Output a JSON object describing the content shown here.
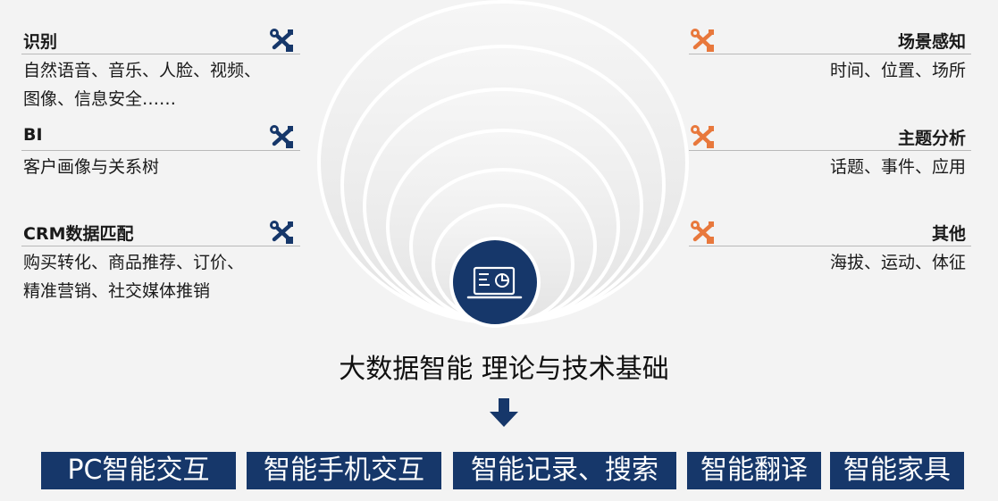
{
  "left_panels": [
    {
      "title": "识别",
      "lines": [
        "自然语音、音乐、人脸、视频、",
        "图像、信息安全……"
      ],
      "icon": "tool-icon",
      "icon_color": "#16376a"
    },
    {
      "title": "BI",
      "lines": [
        "客户画像与关系树"
      ],
      "icon": "tool-icon",
      "icon_color": "#16376a"
    },
    {
      "title": "CRM数据匹配",
      "lines": [
        "购买转化、商品推荐、订价、",
        "精准营销、社交媒体推销"
      ],
      "icon": "tool-icon",
      "icon_color": "#16376a"
    }
  ],
  "right_panels": [
    {
      "title": "场景感知",
      "lines": [
        "时间、位置、场所"
      ],
      "icon": "tool-icon",
      "icon_color": "#e8783c"
    },
    {
      "title": "主题分析",
      "lines": [
        "话题、事件、应用"
      ],
      "icon": "tool-icon",
      "icon_color": "#e8783c"
    },
    {
      "title": "其他",
      "lines": [
        "海拔、运动、体征"
      ],
      "icon": "tool-icon",
      "icon_color": "#e8783c"
    }
  ],
  "center": {
    "label": "大数据智能 理论与技术基础",
    "icon": "laptop-chart-icon",
    "badge_color": "#16376a"
  },
  "bottom_buttons": [
    "PC智能交互",
    "智能手机交互",
    "智能记录、搜索",
    "智能翻译",
    "智能家具"
  ],
  "colors": {
    "navy": "#16376a",
    "orange": "#e8783c",
    "background": "#f3f3f3"
  }
}
